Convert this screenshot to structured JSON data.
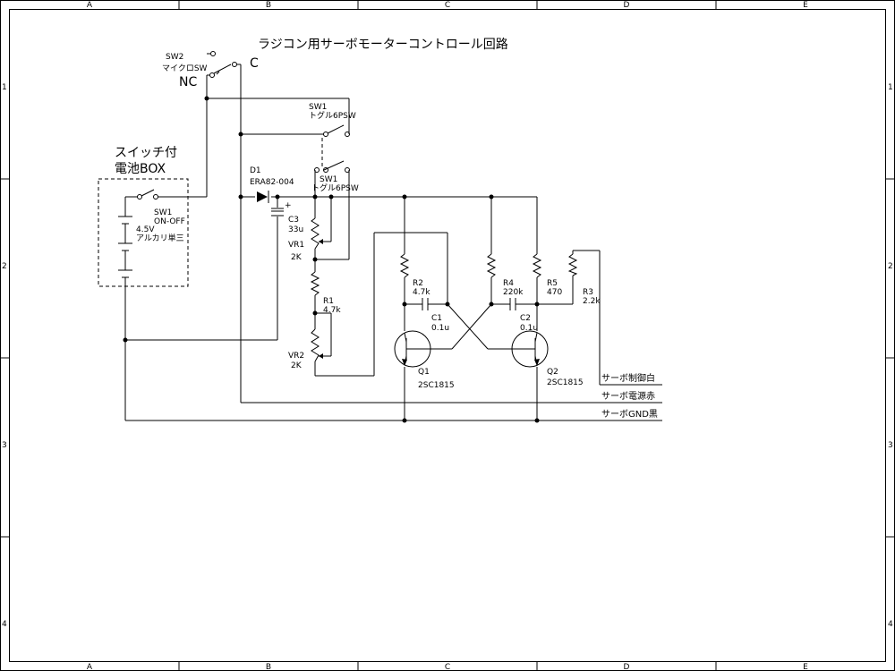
{
  "title": "ラジコン用サーボモーターコントロール回路",
  "frame": {
    "columns": [
      "A",
      "B",
      "C",
      "D",
      "E"
    ],
    "rows": [
      "1",
      "2",
      "3",
      "4"
    ]
  },
  "battery_box": {
    "title1": "スイッチ付",
    "title2": "電池BOX"
  },
  "sw2": {
    "ref": "SW2",
    "type": "マイクロSW",
    "nc": "NC",
    "c": "C"
  },
  "sw1_top": {
    "ref": "SW1",
    "type": "トグル6PSW"
  },
  "sw1_mid": {
    "ref": "SW1",
    "type": "トグル6PSW"
  },
  "sw1_box": {
    "ref": "SW1",
    "type": "ON-OFF"
  },
  "battery": {
    "voltage": "4.5V",
    "type": "アルカリ単三"
  },
  "d1": {
    "ref": "D1",
    "part": "ERA82-004"
  },
  "c3": {
    "ref": "C3",
    "value": "33u"
  },
  "vr1": {
    "ref": "VR1",
    "value": "2K"
  },
  "r1": {
    "ref": "R1",
    "value": "4.7k"
  },
  "vr2": {
    "ref": "VR2",
    "value": "2K"
  },
  "r2": {
    "ref": "R2",
    "value": "4.7k"
  },
  "c1": {
    "ref": "C1",
    "value": "0.1u"
  },
  "r4": {
    "ref": "R4",
    "value": "220k"
  },
  "c2": {
    "ref": "C2",
    "value": "0.1u"
  },
  "r5": {
    "ref": "R5",
    "value": "470"
  },
  "r3": {
    "ref": "R3",
    "value": "2.2k"
  },
  "q1": {
    "ref": "Q1",
    "part": "2SC1815"
  },
  "q2": {
    "ref": "Q2",
    "part": "2SC1815"
  },
  "outputs": {
    "control": "サーボ制御白",
    "power": "サーボ電源赤",
    "gnd": "サーボGND黒"
  }
}
